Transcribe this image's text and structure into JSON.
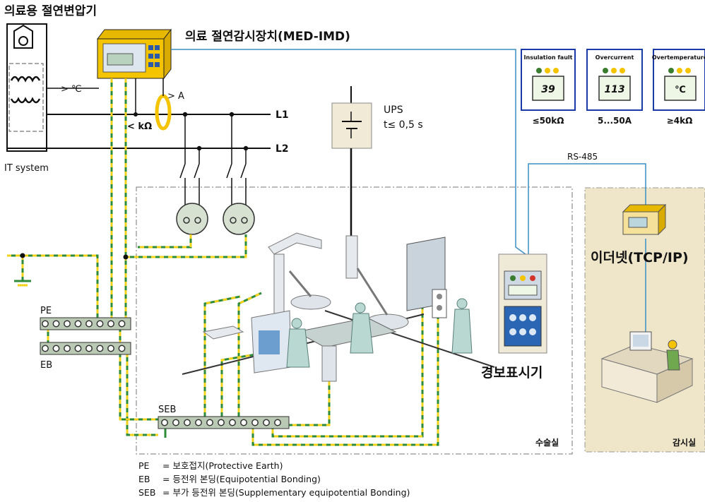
{
  "titles": {
    "transformer": "의료용 절연변압기",
    "imd": "의료 절연감시장치(MED-IMD)",
    "it_system": "IT system",
    "alarm_panel": "경보표시기",
    "ethernet": "이더넷(TCP/IP)"
  },
  "labels": {
    "temp": "> ℃",
    "overcurrent": "> A",
    "insulation": "< kΩ",
    "l1": "L1",
    "l2": "L2",
    "ups": "UPS",
    "ups_time": "t≤ 0,5 s",
    "rs485": "RS-485",
    "pe": "PE",
    "eb": "EB",
    "seb": "SEB",
    "operating_room": "수술실",
    "monitoring_room": "감시실"
  },
  "displays": [
    {
      "title": "Insulation fault",
      "reading": "39",
      "caption": "≤50kΩ"
    },
    {
      "title": "Overcurrent",
      "reading": "113",
      "caption": "5...50A"
    },
    {
      "title": "Overtemperature",
      "reading": "℃",
      "caption": "≥4kΩ"
    }
  ],
  "legend": [
    {
      "abbr": "PE",
      "text": "=  보호접지(Protective Earth)"
    },
    {
      "abbr": "EB",
      "text": "=  등전위 본딩(Equipotential Bonding)"
    },
    {
      "abbr": "SEB",
      "text": "=  부가 등전위 본딩(Supplementary equipotential Bonding)"
    }
  ],
  "colors": {
    "ground_green": "#2e8b3a",
    "ground_yellow": "#f2d21b",
    "imd_yellow": "#f5c400",
    "monitor_room_bg": "#efe6c9",
    "display_border": "#1a3aa8",
    "line_blue": "#3a8fc4"
  }
}
